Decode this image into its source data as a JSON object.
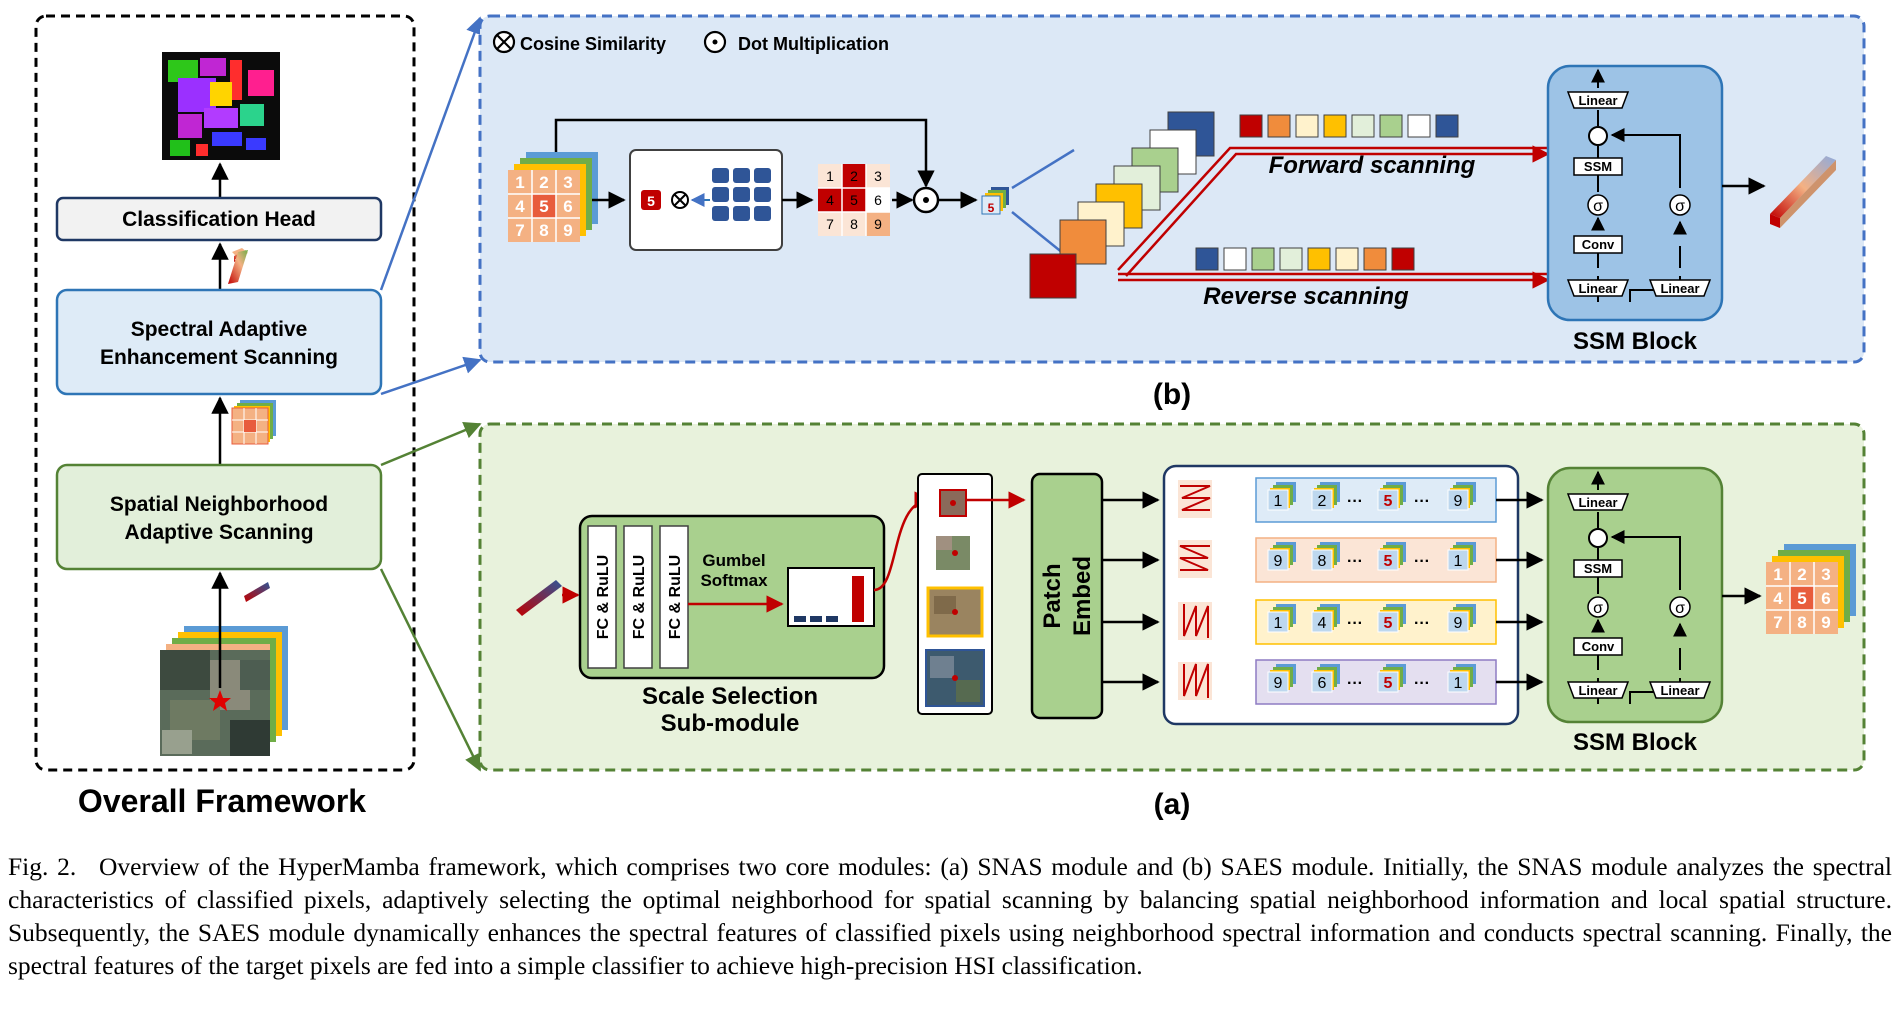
{
  "overall": {
    "title": "Overall Framework",
    "classification_head": "Classification Head",
    "saes_label_1": "Spectral Adaptive",
    "saes_label_2": "Enhancement Scanning",
    "snas_label_1": "Spatial Neighborhood",
    "snas_label_2": "Adaptive Scanning"
  },
  "panel_b": {
    "label": "(b)",
    "legend_cosine": "Cosine Similarity",
    "legend_dot": "Dot Multiplication",
    "forward": "Forward  scanning",
    "reverse": "Reverse scanning",
    "ssm_block": "SSM Block",
    "linear": "Linear",
    "ssm": "SSM",
    "conv": "Conv",
    "sigma": "σ",
    "center_index": "5",
    "grid_numbers": [
      "1",
      "2",
      "3",
      "4",
      "5",
      "6",
      "7",
      "8",
      "9"
    ]
  },
  "panel_a": {
    "label": "(a)",
    "fc": "FC & RuLU",
    "gumbel_1": "Gumbel",
    "gumbel_2": "Softmax",
    "scale_sel_1": "Scale Selection",
    "scale_sel_2": "Sub-module",
    "patch": "Patch",
    "embed": "Embed",
    "ssm_block": "SSM Block",
    "dots": "···",
    "rows": [
      {
        "a": "1",
        "b": "2",
        "c": "5",
        "d": "9"
      },
      {
        "a": "9",
        "b": "8",
        "c": "5",
        "d": "1"
      },
      {
        "a": "1",
        "b": "4",
        "c": "5",
        "d": "9"
      },
      {
        "a": "9",
        "b": "6",
        "c": "5",
        "d": "1"
      }
    ]
  },
  "caption": {
    "label": "Fig. 2.",
    "text": "Overview of the HyperMamba framework, which comprises two core modules: (a) SNAS module and (b) SAES module. Initially, the SNAS module analyzes the spectral characteristics of classified pixels, adaptively selecting the optimal neighborhood for spatial scanning by balancing spatial neighborhood information and local spatial structure. Subsequently, the SAES module dynamically enhances the spectral features of classified pixels using neighborhood spectral information and conducts spectral scanning. Finally, the spectral features of the target pixels are fed into a simple classifier to achieve high-precision HSI classification."
  },
  "colors": {
    "panel_b_bg": "#dce8f6",
    "panel_b_border": "#4472c4",
    "panel_a_bg": "#e8f2dc",
    "panel_a_border": "#548235",
    "ssm_b_bg": "#9dc3e6",
    "ssm_a_bg": "#a9d08e",
    "accent_red": "#c00000",
    "grid_orange": "#f4b183",
    "grid_red": "#e85c3c"
  }
}
